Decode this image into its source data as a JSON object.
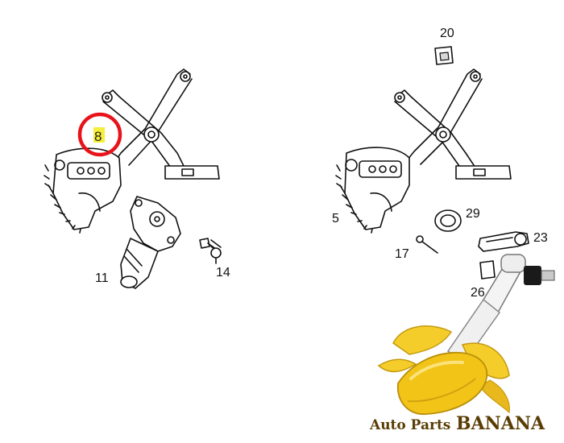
{
  "diagram": {
    "callouts": [
      {
        "id": "8",
        "label": "8"
      },
      {
        "id": "11",
        "label": "11"
      },
      {
        "id": "14",
        "label": "14"
      },
      {
        "id": "20",
        "label": "20"
      },
      {
        "id": "5",
        "label": "5"
      },
      {
        "id": "29",
        "label": "29"
      },
      {
        "id": "17",
        "label": "17"
      },
      {
        "id": "23",
        "label": "23"
      },
      {
        "id": "26",
        "label": "26"
      }
    ],
    "highlighted_part": "8",
    "highlight_color": "#e8131a",
    "label_highlight_color": "#f5ee3a"
  },
  "watermark": {
    "brand_text_small": "Auto Parts",
    "brand_text_large": "BANANA",
    "banana_color": "#f2c418"
  }
}
